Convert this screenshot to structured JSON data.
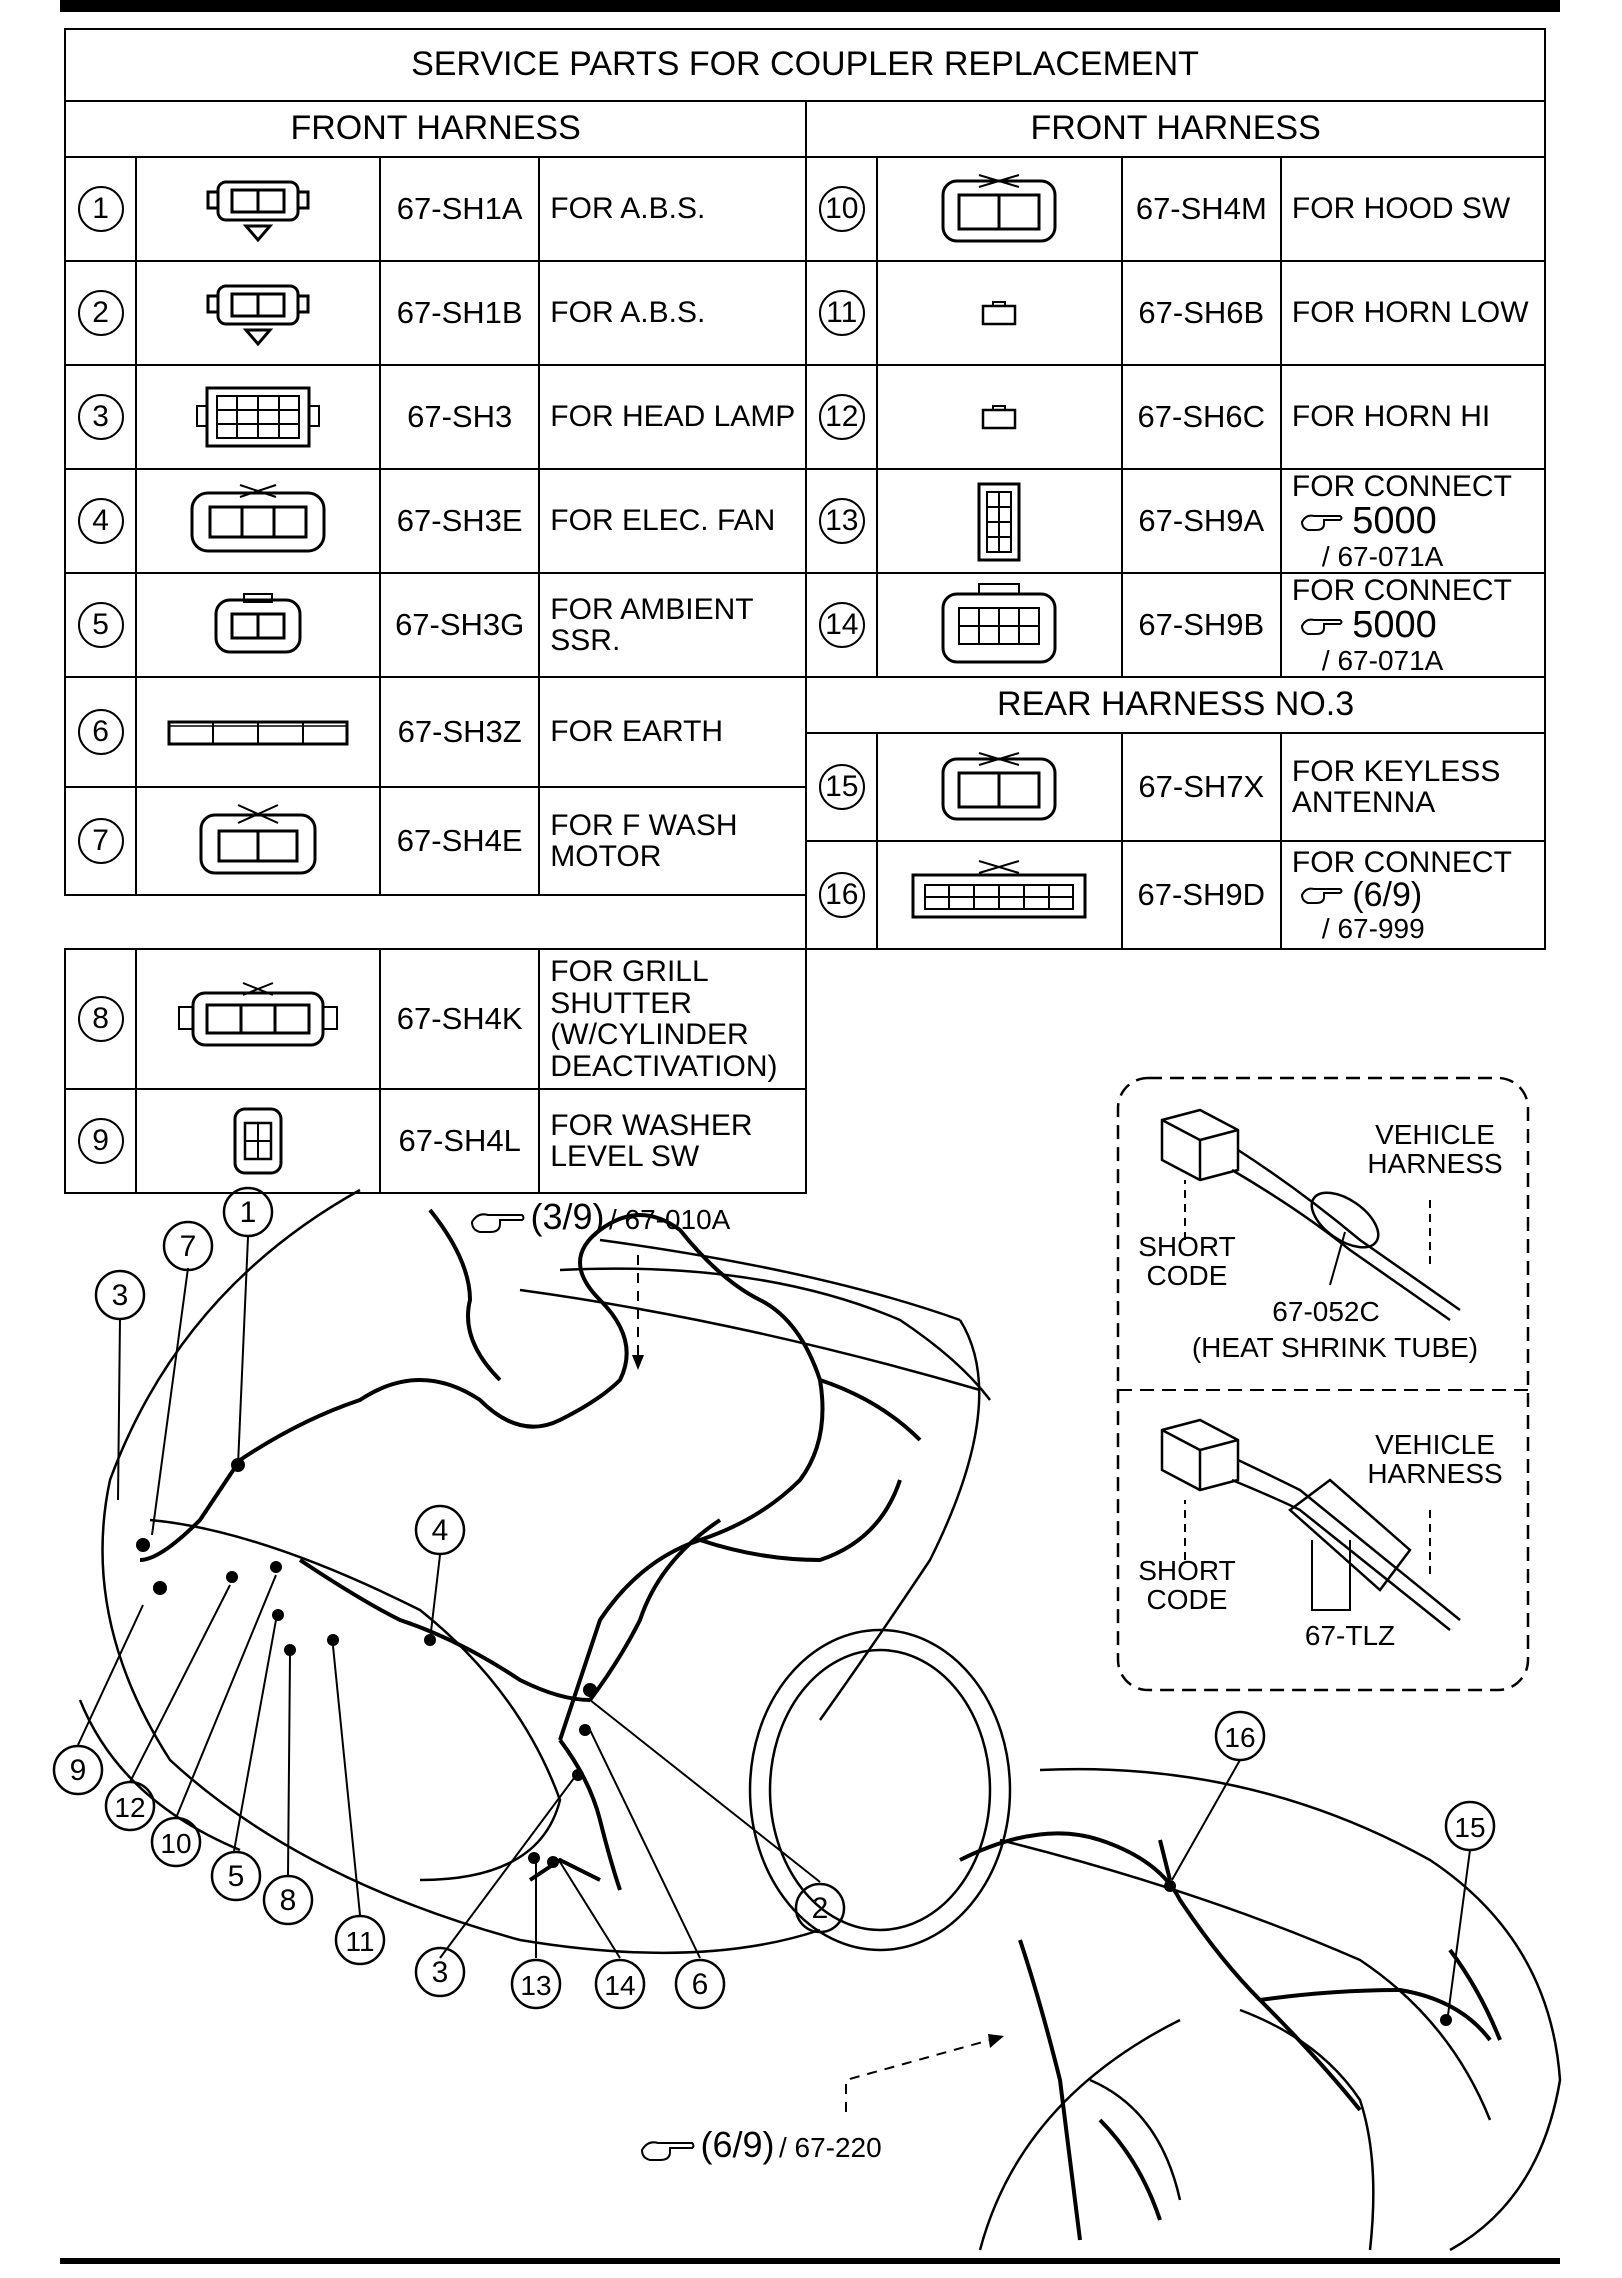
{
  "title": "SERVICE PARTS FOR COUPLER REPLACEMENT",
  "left_section": "FRONT HARNESS",
  "right_section": "FRONT HARNESS",
  "rear_section": "REAR HARNESS NO.3",
  "rows_left": [
    {
      "num": "1",
      "code": "67-SH1A",
      "desc": "FOR A.B.S."
    },
    {
      "num": "2",
      "code": "67-SH1B",
      "desc": "FOR A.B.S."
    },
    {
      "num": "3",
      "code": "67-SH3",
      "desc": "FOR HEAD LAMP"
    },
    {
      "num": "4",
      "code": "67-SH3E",
      "desc": "FOR ELEC. FAN"
    },
    {
      "num": "5",
      "code": "67-SH3G",
      "desc": "FOR AMBIENT SSR."
    },
    {
      "num": "6",
      "code": "67-SH3Z",
      "desc": "FOR EARTH"
    },
    {
      "num": "7",
      "code": "67-SH4E",
      "desc": "FOR F WASH MOTOR"
    },
    {
      "num": "8",
      "code": "67-SH4K",
      "desc": "FOR GRILL SHUTTER (W/CYLINDER DEACTIVATION)"
    },
    {
      "num": "9",
      "code": "67-SH4L",
      "desc": "FOR WASHER LEVEL SW"
    }
  ],
  "rows_right": [
    {
      "num": "10",
      "code": "67-SH4M",
      "desc": "FOR HOOD SW"
    },
    {
      "num": "11",
      "code": "67-SH6B",
      "desc": "FOR HORN LOW"
    },
    {
      "num": "12",
      "code": "67-SH6C",
      "desc": "FOR HORN HI"
    },
    {
      "num": "13",
      "code": "67-SH9A",
      "desc": "FOR CONNECT",
      "ref": "5000",
      "sub": "/ 67-071A"
    },
    {
      "num": "14",
      "code": "67-SH9B",
      "desc": "FOR CONNECT",
      "ref": "5000",
      "sub": "/ 67-071A"
    }
  ],
  "rows_rear": [
    {
      "num": "15",
      "code": "67-SH7X",
      "desc": "FOR KEYLESS ANTENNA"
    },
    {
      "num": "16",
      "code": "67-SH9D",
      "desc": "FOR CONNECT",
      "ref": "(6/9)",
      "sub": "/ 67-999"
    }
  ],
  "inset": {
    "top": {
      "vehicle": "VEHICLE HARNESS",
      "short": "SHORT CODE",
      "part": "67-052C",
      "note": "(HEAT SHRINK TUBE)"
    },
    "bottom": {
      "vehicle": "VEHICLE HARNESS",
      "short": "SHORT CODE",
      "part": "67-TLZ"
    }
  },
  "refs": {
    "front": {
      "page": "(3/9)",
      "code": "/ 67-010A"
    },
    "rear": {
      "page": "(6/9)",
      "code": "/ 67-220"
    }
  },
  "callouts": [
    "1",
    "2",
    "3",
    "4",
    "5",
    "6",
    "7",
    "8",
    "9",
    "10",
    "11",
    "12",
    "13",
    "14",
    "15",
    "16"
  ]
}
